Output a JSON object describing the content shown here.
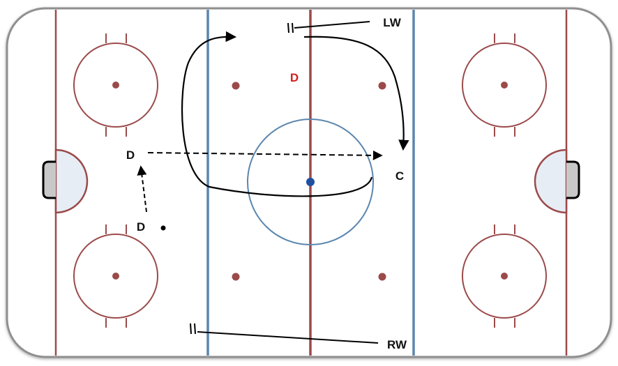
{
  "colors": {
    "rink_border": "#9a9a9a",
    "red_line": "#9b4a4a",
    "blue_line": "#5b86ae",
    "center_dot": "#1f4fa0",
    "crease_fill": "#e6edf5",
    "goal_fill": "#c8c8c8",
    "arrow": "#000000",
    "label_dark": "#111111",
    "label_red": "#d32020"
  },
  "players": {
    "d_top": "D",
    "d_bottom": "D",
    "d_opponent": "D",
    "center": "C",
    "left_wing": "LW",
    "right_wing": "RW"
  }
}
